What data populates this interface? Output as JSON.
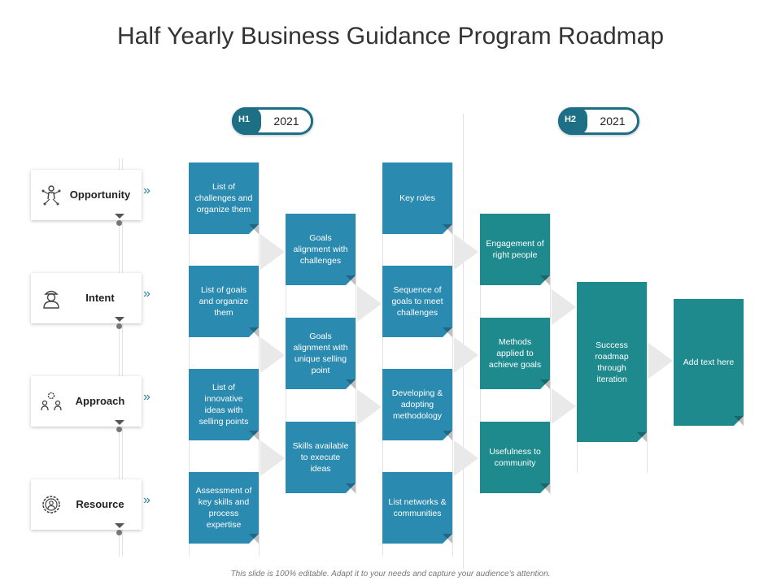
{
  "title": "Half Yearly Business Guidance Program Roadmap",
  "periods": [
    {
      "half": "H1",
      "year": "2021"
    },
    {
      "half": "H2",
      "year": "2021"
    }
  ],
  "rows": [
    {
      "label": "Opportunity",
      "icon": "network-person-icon"
    },
    {
      "label": "Intent",
      "icon": "person-icon"
    },
    {
      "label": "Approach",
      "icon": "team-gear-icon"
    },
    {
      "label": "Resource",
      "icon": "gear-person-icon"
    }
  ],
  "chevron": "»",
  "col1": [
    "List of challenges and organize them",
    "List of goals and organize them",
    "List of innovative ideas with selling points",
    "Assessment of key skills and process expertise"
  ],
  "col2": [
    "Goals alignment with challenges",
    "Goals alignment with unique selling point",
    "Skills available to execute ideas"
  ],
  "col3": [
    "Key roles",
    "Sequence of goals to meet challenges",
    "Developing & adopting methodology",
    "List networks & communities"
  ],
  "col4": [
    "Engagement of right people",
    "Methods applied to achieve goals",
    "Usefulness to community"
  ],
  "col5": [
    "Success roadmap through iteration"
  ],
  "col6": [
    "Add text here"
  ],
  "colors": {
    "blue": "#2b8ab0",
    "teal": "#1e8a8d",
    "dark_teal": "#1d6f86"
  },
  "footer": "This slide is 100% editable. Adapt it to your needs and capture your audience's attention."
}
